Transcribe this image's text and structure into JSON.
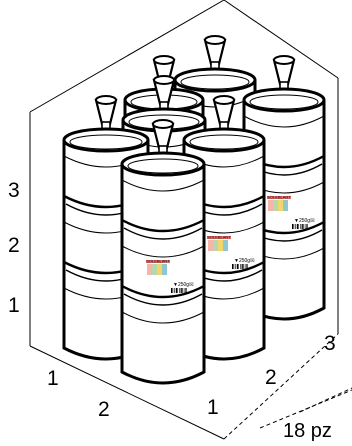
{
  "diagram": {
    "layer_labels": [
      "1",
      "2",
      "3"
    ],
    "depth_labels": [
      "1",
      "2"
    ],
    "width_labels": [
      "1",
      "2",
      "3"
    ],
    "total_label": "18 pz",
    "product_brand": "SOLEBLANT",
    "product_tag": "▼250g☒",
    "line_color": "#000000",
    "background_color": "#ffffff",
    "label_colors": [
      "#e8716d",
      "#f4b6a8",
      "#b9d7ae",
      "#f2d66b",
      "#90c7cf"
    ],
    "icons": [
      "jar-icon",
      "barcode-icon"
    ]
  }
}
